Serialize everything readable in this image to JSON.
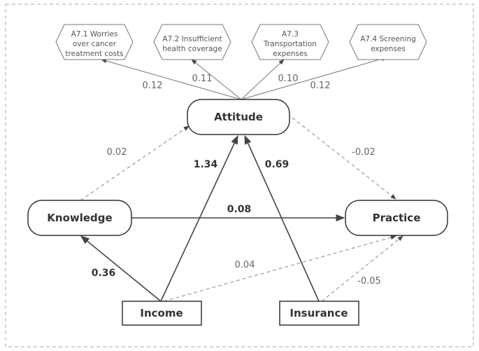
{
  "indicators": [
    {
      "lines": [
        "A7.1 Worries",
        "over cancer",
        "treatment costs"
      ],
      "weight": "0.12"
    },
    {
      "lines": [
        "A7.2 Insufficient",
        "health coverage"
      ],
      "weight": "0.11"
    },
    {
      "lines": [
        "A7.3",
        "Transportation",
        "expenses"
      ],
      "weight": "0.10"
    },
    {
      "lines": [
        "A7.4 Screening",
        "expenses"
      ],
      "weight": "0.12"
    }
  ],
  "nodes": {
    "attitude": "Attitude",
    "knowledge": "Knowledge",
    "practice": "Practice",
    "income": "Income",
    "insurance": "Insurance"
  },
  "paths": {
    "knowledge_attitude": "0.02",
    "income_attitude": "1.34",
    "insurance_attitude": "0.69",
    "attitude_practice": "-0.02",
    "knowledge_practice": "0.08",
    "income_knowledge": "0.36",
    "income_practice": "0.04",
    "insurance_practice": "-0.05"
  }
}
